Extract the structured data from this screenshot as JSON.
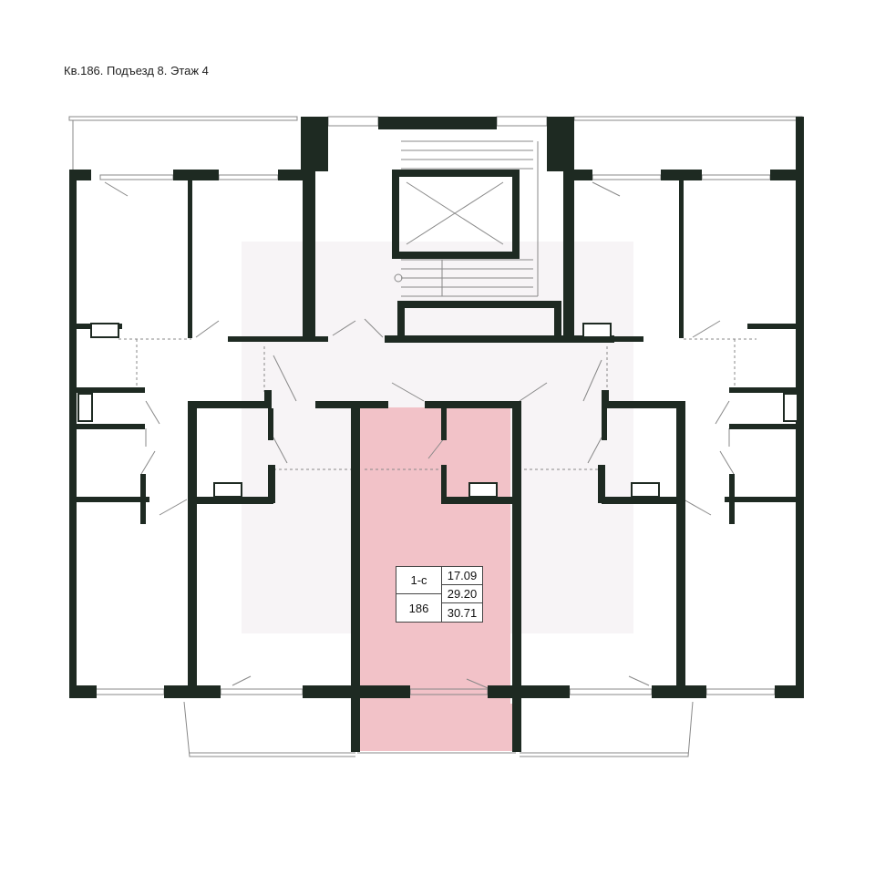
{
  "plan": {
    "title": "Кв.186. Подъезд 8. Этаж 4",
    "highlight_color": "#f2c2c8",
    "wall_color": "#1e2a22",
    "unit": {
      "type": "1-с",
      "number": "186",
      "area_living": "17.09",
      "area_total": "29.20",
      "area_total_with_balcony": "30.71"
    }
  }
}
